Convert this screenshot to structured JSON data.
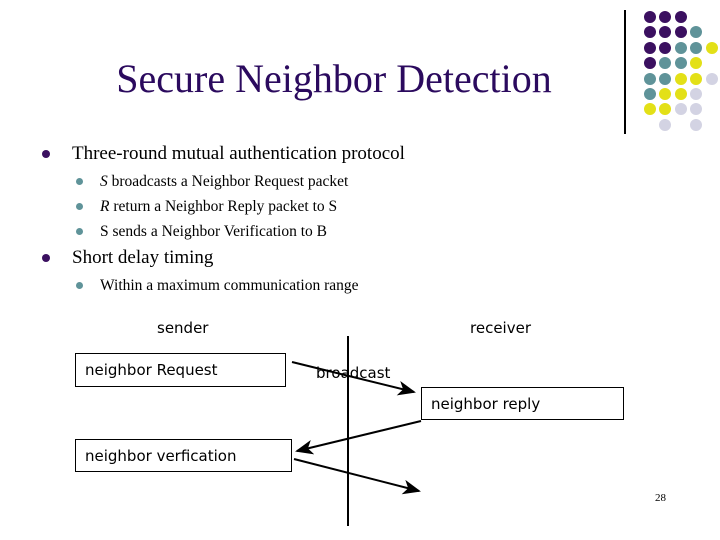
{
  "slide": {
    "title": "Secure Neighbor Detection",
    "page_number": "28",
    "title_color": "#2b0a5e",
    "bullet_color_level1": "#3b1060",
    "bullet_color_level2": "#5f9399"
  },
  "bullets": [
    {
      "level": 1,
      "text": "Three-round mutual authentication protocol"
    },
    {
      "level": 2,
      "italic_prefix": "S",
      "text": " broadcasts a Neighbor Request packet"
    },
    {
      "level": 2,
      "italic_prefix": "R",
      "text": " return a Neighbor Reply packet to S"
    },
    {
      "level": 2,
      "italic_prefix": "",
      "text": "S sends a Neighbor Verification to B"
    },
    {
      "level": 1,
      "text": "Short delay timing"
    },
    {
      "level": 2,
      "italic_prefix": "",
      "text": "Within a maximum communication range"
    }
  ],
  "diagram": {
    "sender_label": "sender",
    "receiver_label": "receiver",
    "broadcast_label": "broadcast",
    "boxes": [
      {
        "name": "neighbor-request-box",
        "text": "neighbor Request"
      },
      {
        "name": "neighbor-reply-box",
        "text": "neighbor reply"
      },
      {
        "name": "neighbor-verfication-box",
        "text": "neighbor verfication"
      }
    ]
  },
  "decoration": {
    "colors": {
      "purple": "#3b1060",
      "teal": "#5f9399",
      "yellow": "#e3e017",
      "lavender": "#d3d3e3"
    },
    "grid": [
      [
        "purple",
        "purple",
        "purple",
        null,
        null
      ],
      [
        "purple",
        "purple",
        "purple",
        "teal",
        null
      ],
      [
        "purple",
        "purple",
        "teal",
        "teal",
        "yellow"
      ],
      [
        "purple",
        "teal",
        "teal",
        "yellow",
        null
      ],
      [
        "teal",
        "teal",
        "yellow",
        "yellow",
        "lavender"
      ],
      [
        "teal",
        "yellow",
        "yellow",
        "lavender",
        null
      ],
      [
        "yellow",
        "yellow",
        "lavender",
        "lavender",
        null
      ],
      [
        null,
        "lavender",
        null,
        "lavender",
        null
      ]
    ]
  }
}
